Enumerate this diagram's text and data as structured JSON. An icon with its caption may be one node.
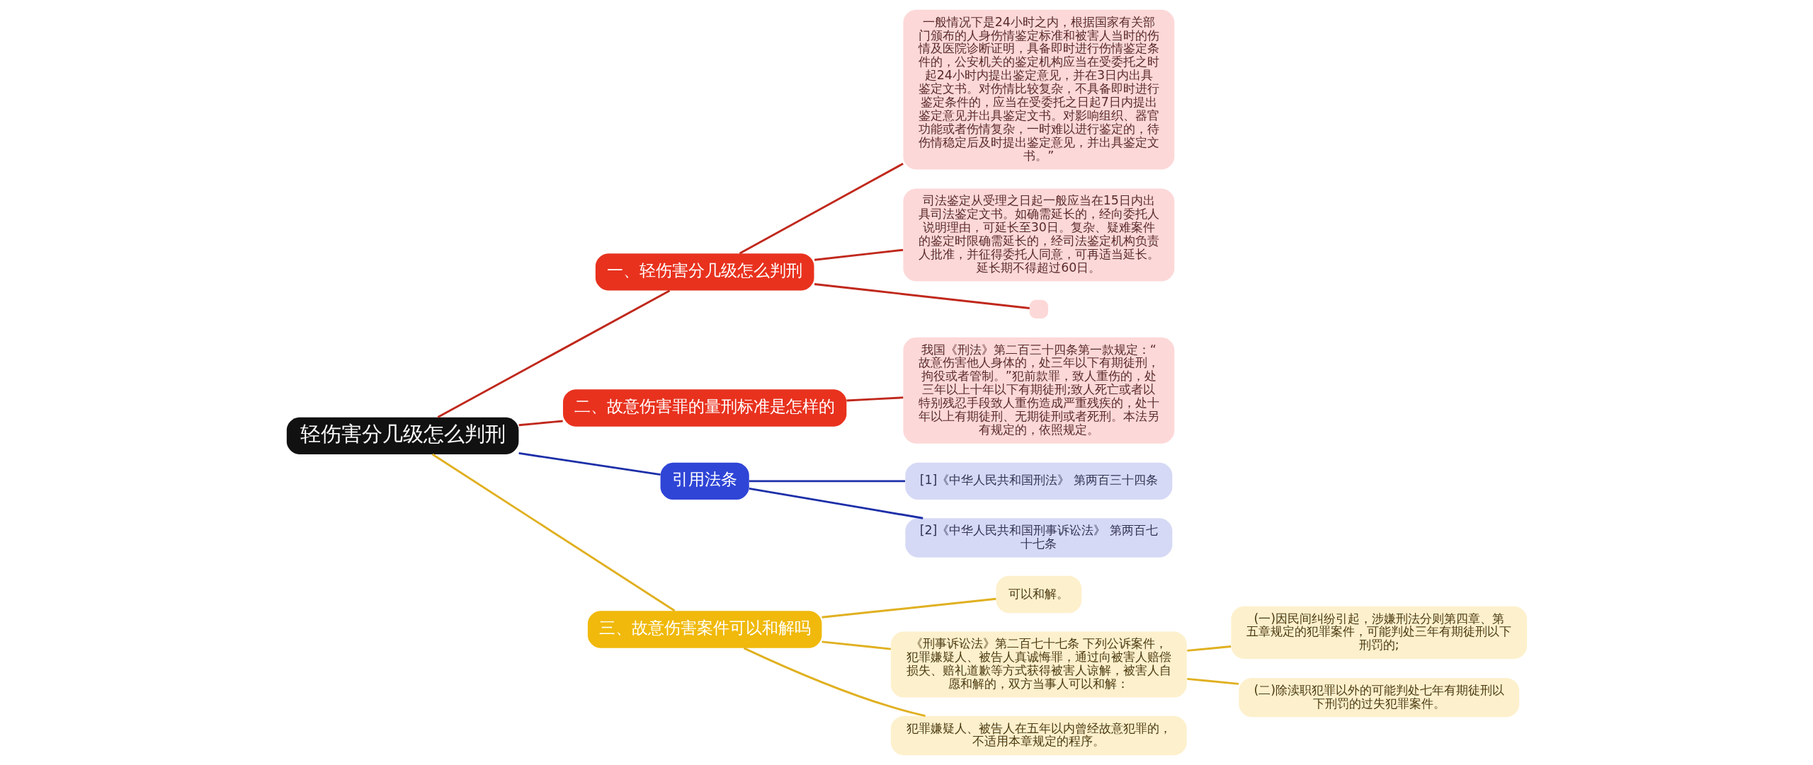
{
  "diagram": {
    "nodes": [
      {
        "text": [
          "轻伤害分几级怎么判刑"
        ]
      },
      {
        "text": [
          "一、轻伤害分几级怎么判刑"
        ]
      },
      {
        "text": [
          "一般情况下是24小时之内，根据国家有关部门颁布的人身伤情鉴定标准和被害人当时的伤情及医院诊断证明，具备即时进行伤情鉴定条件的，公安机关的鉴定机构应当在受委托之时起24小时内提出鉴定意见，并在3日内出具鉴定文书。对伤情比较复杂，不具备即时进行鉴定条件的，应当在受委托之日起7日内提出鉴定意见并出具鉴定文书。对影响组织、器官功能或者伤情复杂，一时难以进行鉴定的，待伤情稳定后及时提出鉴定意见，并出具鉴定文书。”"
        ]
      },
      {
        "text": [
          "司法鉴定从受理之日起一般应当在15日内出具司法鉴定文书。如确需延长的，经向委托人说明理由，可延长至30日。复杂、疑难案件的鉴定时限确需延长的，经司法鉴定机构负责人批准，并征得委托人同意，可再适当延长。延长期不得超过60日。"
        ]
      },
      {
        "text": [],
        "shape": "box"
      },
      {
        "text": [
          "二、故意伤害罪的量刑标准是怎样的"
        ]
      },
      {
        "text": [
          "我国《刑法》第二百三十四条第一款规定：“故意伤害他人身体的，处三年以下有期徒刑，拘役或者管制。”犯前款罪，致人重伤的，处三年以上十年以下有期徒刑;致人死亡或者以特别残忍手段致人重伤造成严重残疾的，处十年以上有期徒刑、无期徒刑或者死刑。本法另有规定的，依照规定。"
        ]
      },
      {
        "text": [
          "引用法条"
        ]
      },
      {
        "text": [
          "[1]《中华人民共和国刑法》 第两百三十四条"
        ]
      },
      {
        "text": [
          "[2]《中华人民共和国刑事诉讼法》 第两百七十七条"
        ]
      },
      {
        "text": [
          "三、故意伤害案件可以和解吗"
        ]
      },
      {
        "text": [
          "可以和解。"
        ]
      },
      {
        "text": [
          "《刑事诉讼法》第二百七十七条 下列公诉案件，犯罪嫌疑人、被告人真诚悔罪，通过向被害人赔偿损失、赔礼道歉等方式获得被害人谅解，被害人自愿和解的，双方当事人可以和解："
        ]
      },
      {
        "text": [
          "(一)因民间纠纷引起，涉嫌刑法分则第四章、第五章规定的犯罪案件，可能判处三年有期徒刑以下刑罚的;"
        ]
      },
      {
        "text": [
          "(二)除渎职犯罪以外的可能判处七年有期徒刑以下刑罚的过失犯罪案件。"
        ]
      },
      {
        "text": [
          "犯罪嫌疑人、被告人在五年以内曾经故意犯罪的，不适用本章规定的程序。"
        ]
      }
    ],
    "edges": [
      {
        "from": 0,
        "to": 1,
        "arrow": "none",
        "color": "#c0281c"
      },
      {
        "from": 1,
        "to": 2,
        "arrow": "none",
        "color": "#c0281c"
      },
      {
        "from": 1,
        "to": 3,
        "arrow": "none",
        "color": "#c0281c"
      },
      {
        "from": 1,
        "to": 4,
        "arrow": "none",
        "color": "#c0281c"
      },
      {
        "from": 0,
        "to": 5,
        "arrow": "none",
        "color": "#c0281c"
      },
      {
        "from": 5,
        "to": 6,
        "arrow": "none",
        "color": "#c0281c"
      },
      {
        "from": 0,
        "to": 7,
        "arrow": "none",
        "color": "#1d2fa8"
      },
      {
        "from": 7,
        "to": 8,
        "arrow": "none",
        "color": "#1d2fa8"
      },
      {
        "from": 7,
        "to": 9,
        "arrow": "none",
        "color": "#1d2fa8"
      },
      {
        "from": 0,
        "to": 10,
        "arrow": "none",
        "color": "#e0b020"
      },
      {
        "from": 10,
        "to": 11,
        "arrow": "none",
        "color": "#e0b020"
      },
      {
        "from": 10,
        "to": 12,
        "arrow": "none",
        "color": "#e0b020"
      },
      {
        "from": 12,
        "to": 13,
        "arrow": "none",
        "color": "#e0b020"
      },
      {
        "from": 12,
        "to": 14,
        "arrow": "none",
        "color": "#e0b020"
      },
      {
        "from": 10,
        "to": 15,
        "arrow": "none",
        "color": "#e0b020"
      }
    ]
  }
}
